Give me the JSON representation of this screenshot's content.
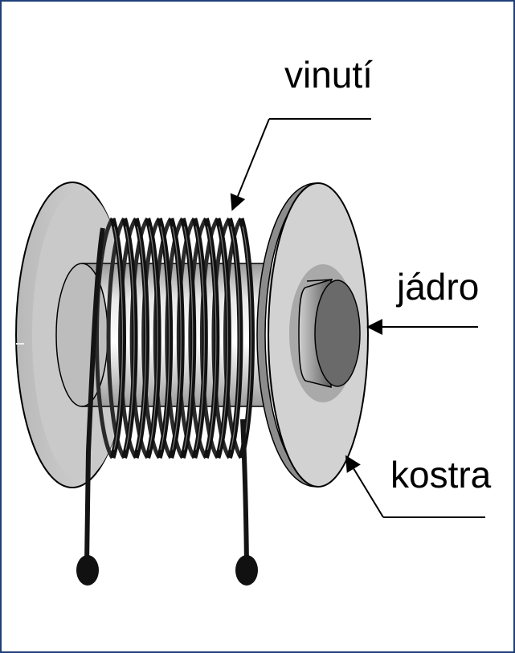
{
  "labels": {
    "winding": "vinutí",
    "core": "jádro",
    "frame": "kostra"
  },
  "icons": [
    "coil-bobbin",
    "arrow-pointer"
  ],
  "colors": {
    "border": "#1f3f7a",
    "wire": "#141414",
    "flange": "#d2d2d2",
    "tube": "#c8c8c8",
    "core": "#7a7a7a"
  },
  "turns": 12
}
